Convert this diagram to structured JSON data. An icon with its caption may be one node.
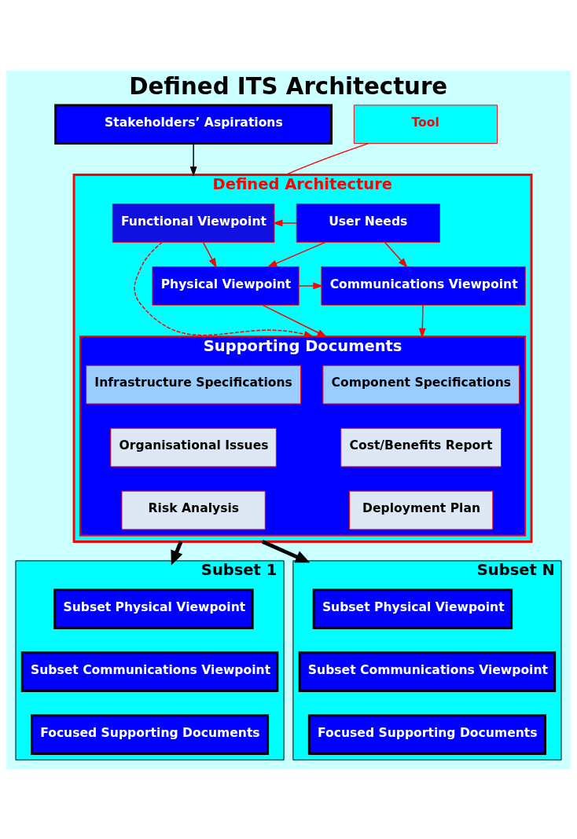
{
  "diagram": {
    "title": "Defined ITS Architecture",
    "nodes": [
      {
        "text": [
          "Stakeholders’ Aspirations"
        ]
      },
      {
        "text": [
          "Defined Architecture"
        ]
      },
      {
        "text": [
          "Functional Viewpoint"
        ],
        "in": 1
      },
      {
        "text": [
          "User Needs"
        ],
        "in": 1
      },
      {
        "text": [
          "Physical Viewpoint"
        ],
        "in": 1
      },
      {
        "text": [
          "Communications Viewpoint"
        ],
        "in": 1
      },
      {
        "text": [
          "Supporting Documents"
        ],
        "in": 1
      },
      {
        "text": [
          "Component Specifications"
        ],
        "in": 6
      },
      {
        "text": [
          "Infrastructure Specifications"
        ],
        "in": 6
      },
      {
        "text": [
          "Cost/Benefits Report"
        ],
        "in": 6
      },
      {
        "text": [
          "Organisational Issues"
        ],
        "in": 6
      },
      {
        "text": [
          "Deployment Plan"
        ],
        "in": 6
      },
      {
        "text": [
          "Risk Analysis"
        ],
        "in": 6
      },
      {
        "text": [
          "Tool"
        ]
      },
      {
        "text": [
          "Subset 1"
        ]
      },
      {
        "text": [
          "Subset Physical Viewpoint"
        ],
        "in": 14
      },
      {
        "text": [
          "Subset Communications Viewpoint"
        ],
        "in": 14
      },
      {
        "text": [
          "Focused Supporting Documents"
        ],
        "in": 14
      },
      {
        "text": [
          "Subset N"
        ]
      },
      {
        "text": [
          "Subset Physical Viewpoint"
        ],
        "in": 18
      },
      {
        "text": [
          "Subset Communications Viewpoint"
        ],
        "in": 18
      },
      {
        "text": [
          "Focused Supporting Documents"
        ],
        "in": 18
      }
    ],
    "edges": [
      {
        "from": 0,
        "to": 1,
        "arrow": "to",
        "color": "#000000"
      },
      {
        "from": 3,
        "to": 2,
        "arrow": "to"
      },
      {
        "from": 3,
        "to": 4,
        "arrow": "to"
      },
      {
        "from": 3,
        "to": 5,
        "arrow": "to"
      },
      {
        "from": 2,
        "to": 4,
        "arrow": "to"
      },
      {
        "from": 2,
        "to": 6,
        "arrow": "to",
        "style": "dashed"
      },
      {
        "from": 4,
        "to": 5,
        "arrow": "to"
      },
      {
        "from": 4,
        "to": 6,
        "arrow": "to"
      },
      {
        "from": 5,
        "to": 6,
        "arrow": "to"
      },
      {
        "from": 1,
        "to": 14,
        "arrow": "to",
        "style": "thick",
        "color": "#000000"
      },
      {
        "from": 1,
        "to": 18,
        "arrow": "to",
        "style": "thick",
        "color": "#000000"
      },
      {
        "from": 13,
        "to": 1,
        "arrow": "none"
      }
    ]
  }
}
